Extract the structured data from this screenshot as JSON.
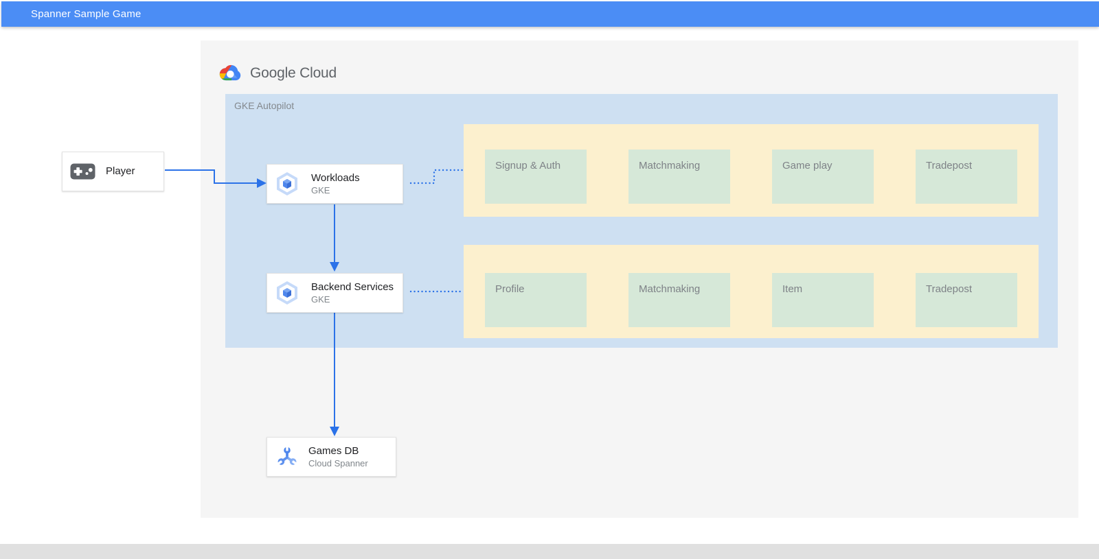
{
  "header": {
    "title": "Spanner Sample Game"
  },
  "brand": {
    "text": "Google Cloud"
  },
  "gke_container": {
    "label": "GKE Autopilot"
  },
  "nodes": {
    "player": {
      "title": "Player",
      "icon": "gamepad-icon"
    },
    "workloads": {
      "title": "Workloads",
      "subtitle": "GKE",
      "icon": "gke-hexagon-icon"
    },
    "backend_services": {
      "title": "Backend Services",
      "subtitle": "GKE",
      "icon": "gke-hexagon-icon"
    },
    "games_db": {
      "title": "Games DB",
      "subtitle": "Cloud Spanner",
      "icon": "cloud-spanner-wrench-icon"
    }
  },
  "service_rows": [
    {
      "id": "workload-services",
      "services": [
        "Signup & Auth",
        "Matchmaking",
        "Game play",
        "Tradepost"
      ]
    },
    {
      "id": "backend-services",
      "services": [
        "Profile",
        "Matchmaking",
        "Item",
        "Tradepost"
      ]
    }
  ],
  "colors": {
    "header-blue": "#4B8DF5",
    "container-blue": "#CEE0F2",
    "row-yellow": "#FCF0CE",
    "service-green": "#D6E8D8",
    "arrow-blue": "#2B72E8",
    "canvas-gray": "#F5F5F5",
    "footer-gray": "#E0E0E0",
    "text-dark": "#202124",
    "text-gray": "#80868B"
  }
}
